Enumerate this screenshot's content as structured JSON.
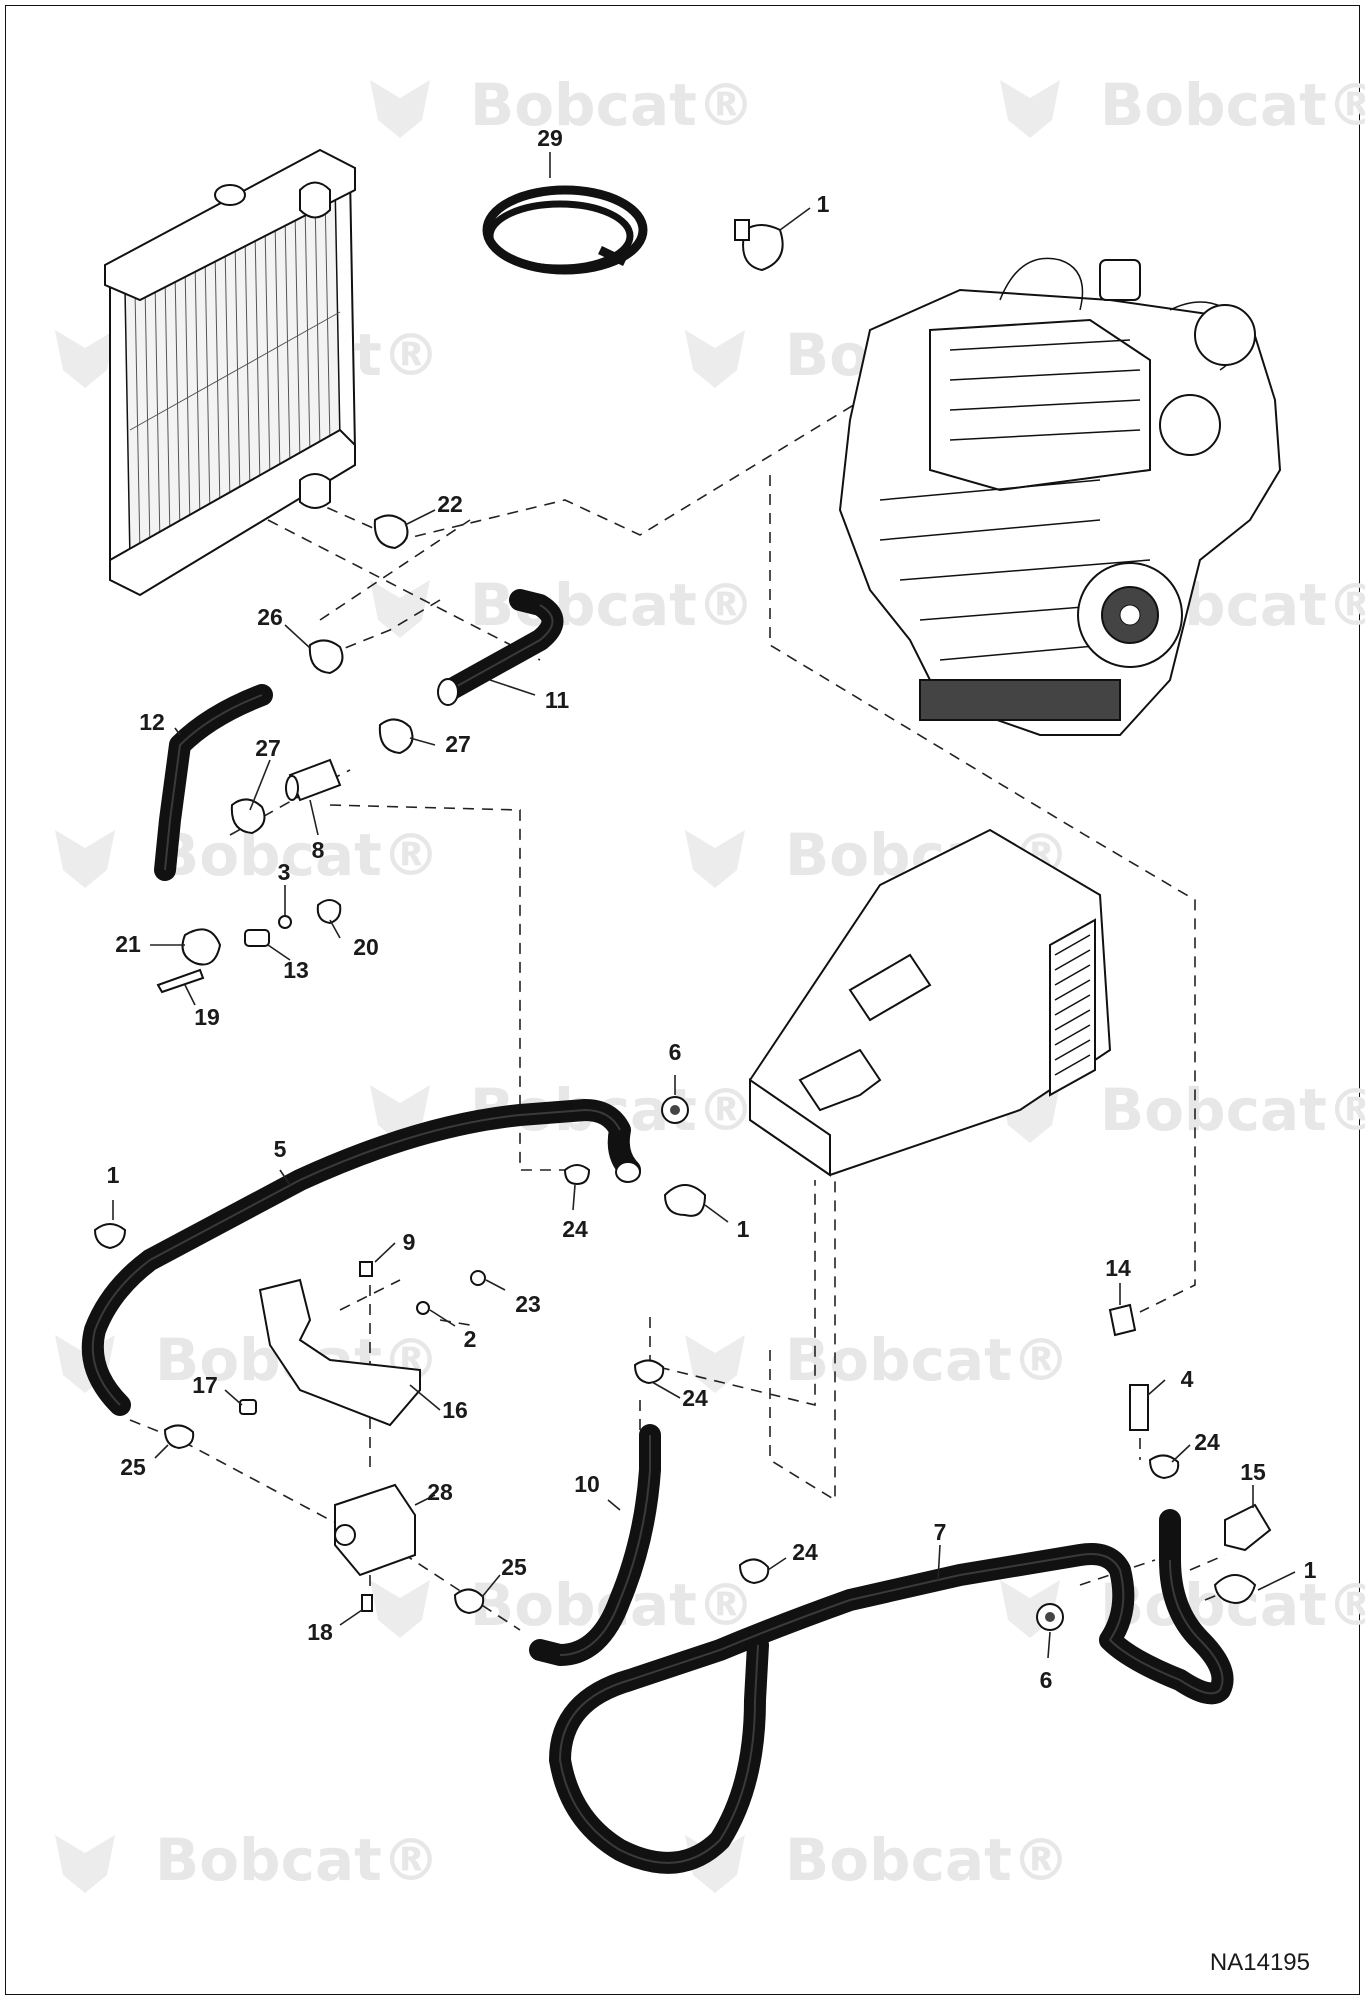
{
  "diagram": {
    "id_label": "NA14195",
    "watermark_text": "Bobcat",
    "watermark_mark": "®",
    "components": [
      {
        "key": "radiator",
        "name": "radiator-assembly"
      },
      {
        "key": "engine",
        "name": "engine-assembly"
      },
      {
        "key": "heater",
        "name": "heater-box-assembly"
      }
    ],
    "callouts": [
      {
        "id": "c29",
        "number": "29"
      },
      {
        "id": "c1a",
        "number": "1"
      },
      {
        "id": "c22",
        "number": "22"
      },
      {
        "id": "c26",
        "number": "26"
      },
      {
        "id": "c11",
        "number": "11"
      },
      {
        "id": "c12",
        "number": "12"
      },
      {
        "id": "c27a",
        "number": "27"
      },
      {
        "id": "c27b",
        "number": "27"
      },
      {
        "id": "c8",
        "number": "8"
      },
      {
        "id": "c3",
        "number": "3"
      },
      {
        "id": "c21",
        "number": "21"
      },
      {
        "id": "c20",
        "number": "20"
      },
      {
        "id": "c13",
        "number": "13"
      },
      {
        "id": "c19",
        "number": "19"
      },
      {
        "id": "c6a",
        "number": "6"
      },
      {
        "id": "c5",
        "number": "5"
      },
      {
        "id": "c1b",
        "number": "1"
      },
      {
        "id": "c24a",
        "number": "24"
      },
      {
        "id": "c1c",
        "number": "1"
      },
      {
        "id": "c9",
        "number": "9"
      },
      {
        "id": "c23",
        "number": "23"
      },
      {
        "id": "c2",
        "number": "2"
      },
      {
        "id": "c14",
        "number": "14"
      },
      {
        "id": "c4",
        "number": "4"
      },
      {
        "id": "c17",
        "number": "17"
      },
      {
        "id": "c16",
        "number": "16"
      },
      {
        "id": "c24b",
        "number": "24"
      },
      {
        "id": "c24c",
        "number": "24"
      },
      {
        "id": "c15",
        "number": "15"
      },
      {
        "id": "c25a",
        "number": "25"
      },
      {
        "id": "c28",
        "number": "28"
      },
      {
        "id": "c10",
        "number": "10"
      },
      {
        "id": "c7",
        "number": "7"
      },
      {
        "id": "c24d",
        "number": "24"
      },
      {
        "id": "c1d",
        "number": "1"
      },
      {
        "id": "c25b",
        "number": "25"
      },
      {
        "id": "c18",
        "number": "18"
      },
      {
        "id": "c6b",
        "number": "6"
      }
    ]
  }
}
